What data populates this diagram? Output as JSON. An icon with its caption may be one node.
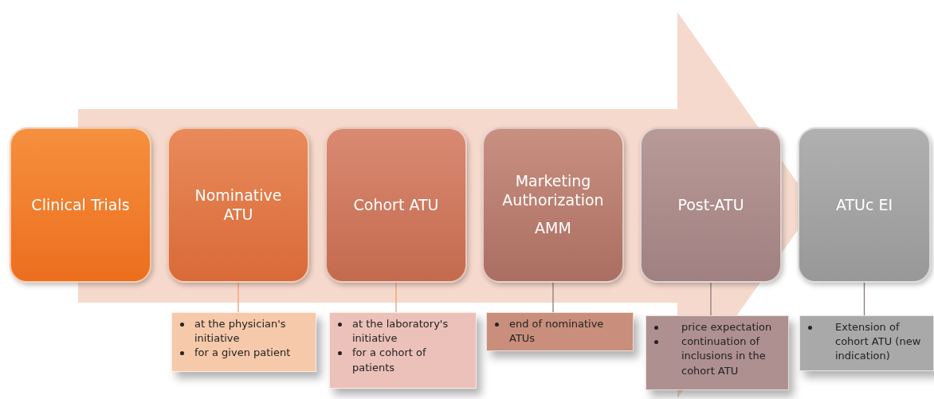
{
  "diagram": {
    "nodes": [
      {
        "text": [
          "Clinical Trials"
        ]
      },
      {
        "text": [
          "Nominative ATU"
        ]
      },
      {
        "text": [
          "Cohort ATU"
        ]
      },
      {
        "text": [
          "Marketing Authorization",
          "AMM"
        ]
      },
      {
        "text": [
          "Post-ATU"
        ]
      },
      {
        "text": [
          "ATUc EI"
        ]
      },
      {
        "text": [
          "at the physician's initiative",
          "for a given patient"
        ]
      },
      {
        "text": [
          "at the laboratory's initiative",
          "for a cohort of patients"
        ]
      },
      {
        "text": [
          "end of nominative ATUs"
        ]
      },
      {
        "text": [
          "price expectation",
          "continuation of inclusions in the cohort ATU"
        ]
      },
      {
        "text": [
          "Extension of cohort ATU (new indication)"
        ]
      }
    ],
    "edges": [
      {
        "from": 0,
        "to": 5,
        "arrow": "to",
        "style": "thick",
        "color": "#f4d2c4"
      },
      {
        "from": 1,
        "to": 6,
        "arrow": "none",
        "color": "#f0a070"
      },
      {
        "from": 2,
        "to": 7,
        "arrow": "none",
        "color": "#f0a070"
      },
      {
        "from": 3,
        "to": 8,
        "arrow": "none"
      },
      {
        "from": 4,
        "to": 9,
        "arrow": "none"
      },
      {
        "from": 5,
        "to": 10,
        "arrow": "none"
      }
    ]
  }
}
